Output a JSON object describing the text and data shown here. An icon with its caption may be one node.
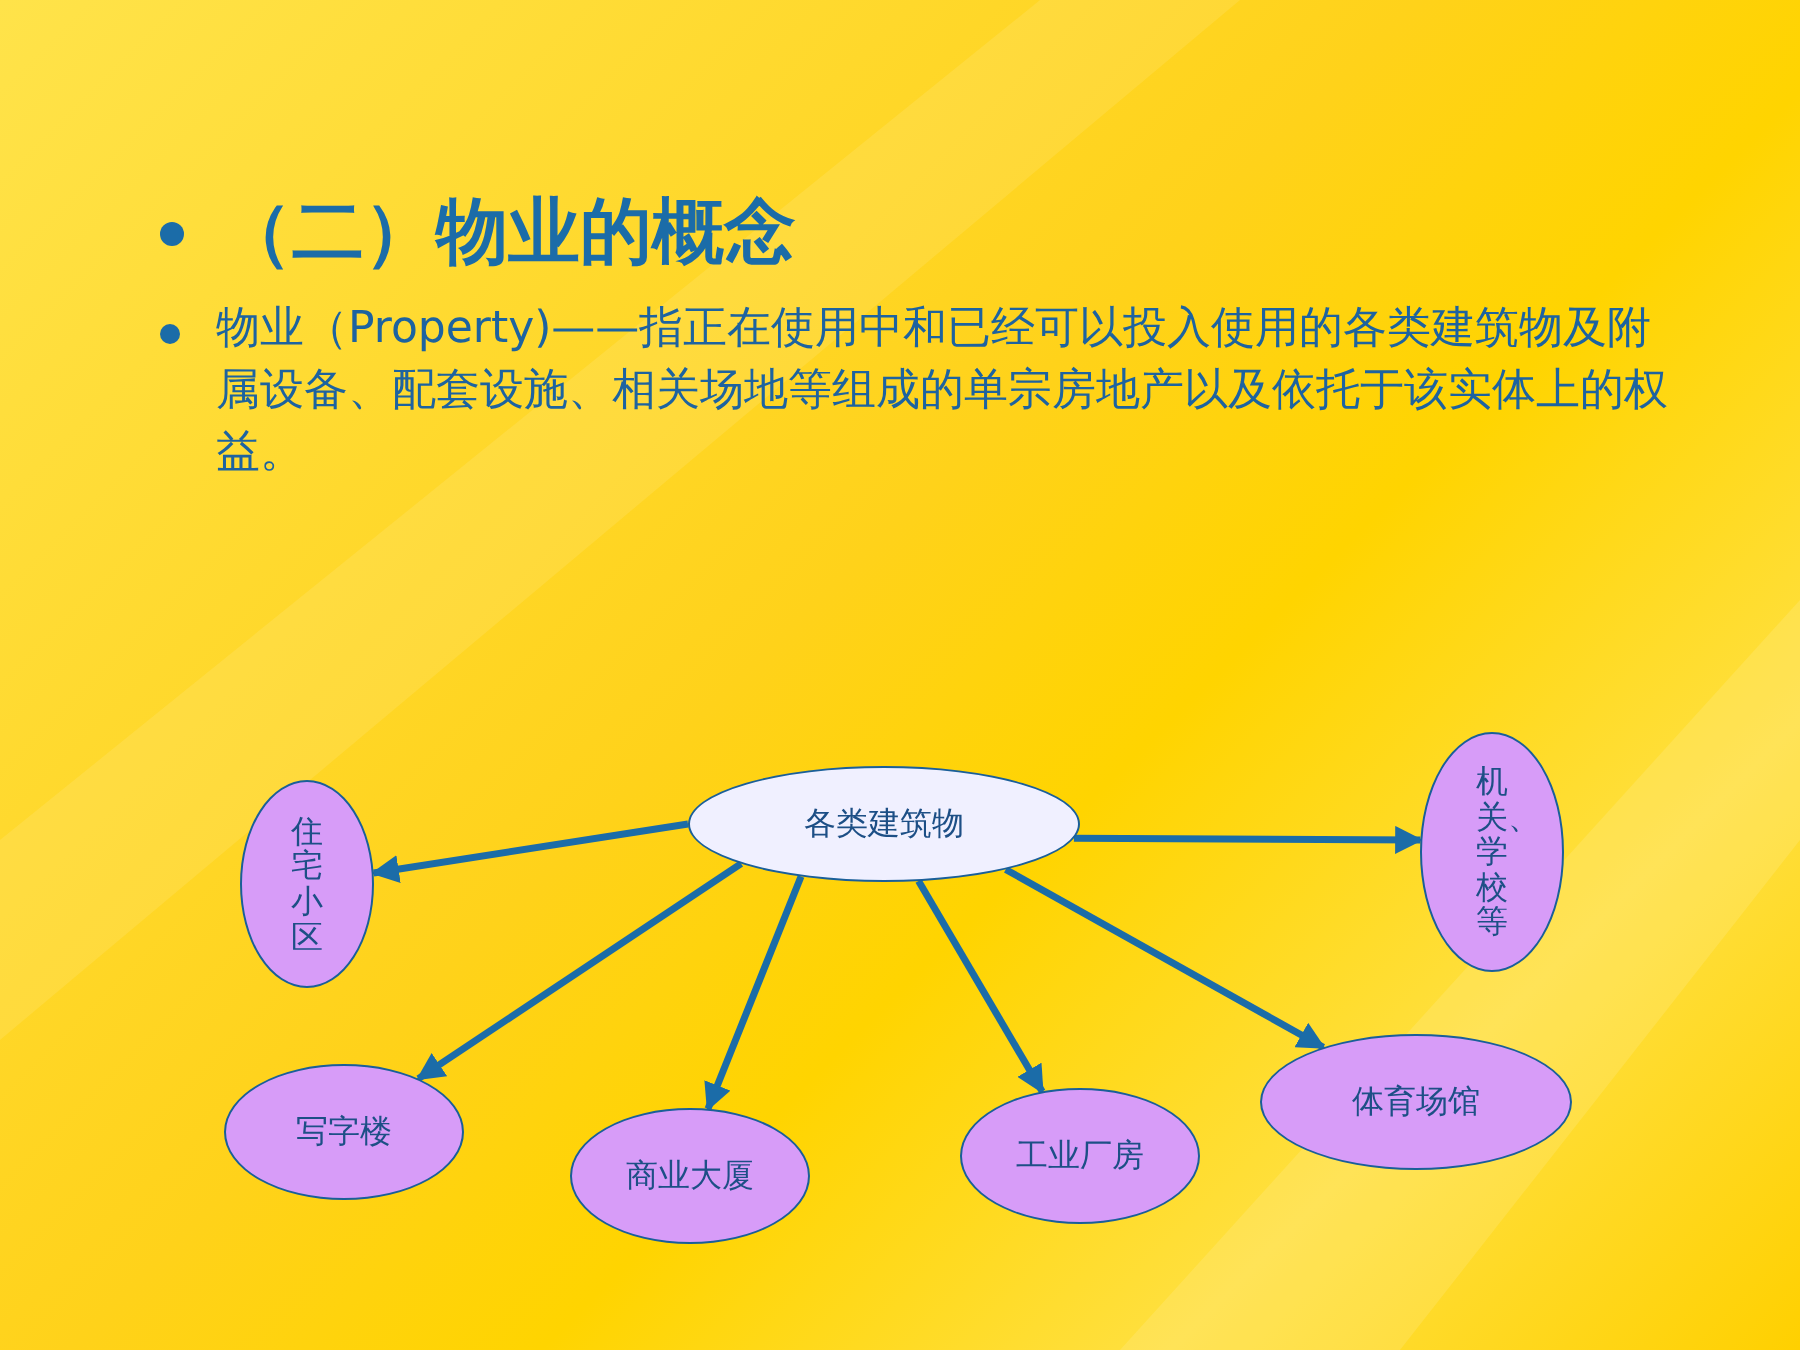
{
  "diagram": {
    "title": "（二）物业的概念",
    "nodes": [
      {
        "text": [
          "各类建筑物"
        ]
      },
      {
        "text": [
          "住宅小区"
        ]
      },
      {
        "text": [
          "机关、学校等"
        ]
      },
      {
        "text": [
          "写字楼"
        ]
      },
      {
        "text": [
          "商业大厦"
        ]
      },
      {
        "text": [
          "工业厂房"
        ]
      },
      {
        "text": [
          "体育场馆"
        ]
      }
    ],
    "edges": [
      {
        "from": 0,
        "to": 1,
        "arrow": "to"
      },
      {
        "from": 0,
        "to": 2,
        "arrow": "to"
      },
      {
        "from": 0,
        "to": 3,
        "arrow": "to"
      },
      {
        "from": 0,
        "to": 4,
        "arrow": "to"
      },
      {
        "from": 0,
        "to": 5,
        "arrow": "to"
      },
      {
        "from": 0,
        "to": 6,
        "arrow": "to"
      }
    ],
    "labels": [
      "物业（Property)——指正在使用中和已经可以投入使用的各类建筑物及附属设备、配套设施、相关场地等组成的单宗房地产以及依托于该实体上的权益。"
    ]
  }
}
